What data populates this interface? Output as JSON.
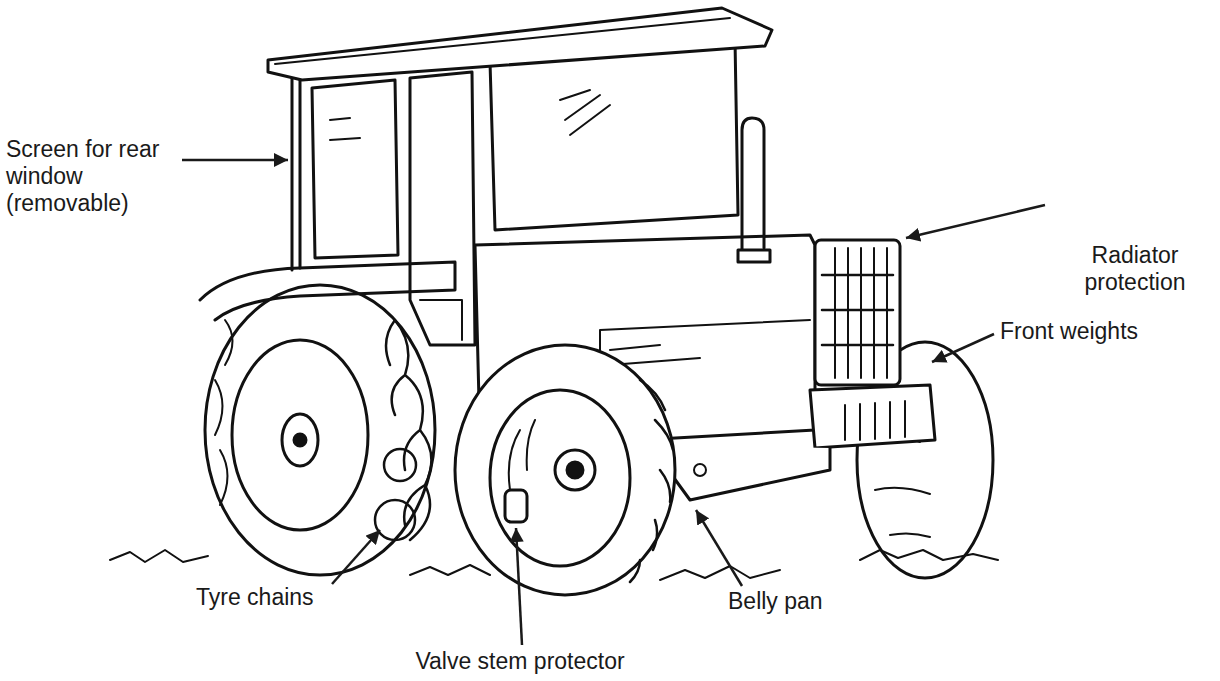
{
  "diagram": {
    "labels": [
      "Screen for rear window (removable)",
      "Radiator protection",
      "Front weights",
      "Tyre chains",
      "Valve stem protector",
      "Belly pan"
    ]
  }
}
